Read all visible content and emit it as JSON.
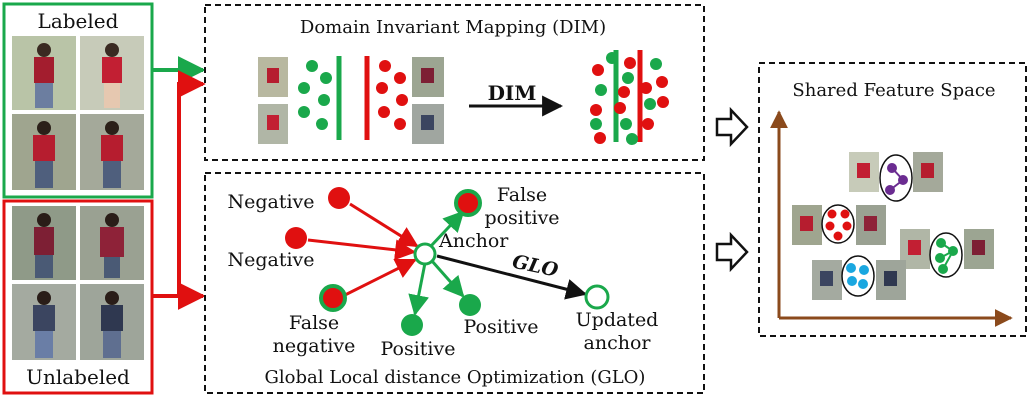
{
  "colors": {
    "green": "#1aa84b",
    "red": "#e01010",
    "purple": "#6b2c91",
    "cyan": "#1aa7e0",
    "brown": "#8b4a1c",
    "maroon": "#8e2238",
    "denim": "#5f6f90",
    "black": "#111111"
  },
  "left_panel": {
    "labeled_title": "Labeled",
    "unlabeled_title": "Unlabeled"
  },
  "dim": {
    "title": "Domain Invariant Mapping (DIM)",
    "arrow_label": "DIM"
  },
  "glo": {
    "title": "Global Local distance Optimization (GLO)",
    "arrow_label": "GLO",
    "node_labels": {
      "negative_top": "Negative",
      "negative_mid": "Negative",
      "false_positive_line1": "False",
      "false_positive_line2": "positive",
      "anchor": "Anchor",
      "false_negative_line1": "False",
      "false_negative_line2": "negative",
      "positive_bottom": "Positive",
      "positive_right": "Positive",
      "updated_anchor_line1": "Updated",
      "updated_anchor_line2": "anchor"
    }
  },
  "shared": {
    "title": "Shared Feature Space"
  },
  "icons": [
    "person-photo-icon",
    "arrow-outline-icon",
    "axis-arrow-icon"
  ]
}
